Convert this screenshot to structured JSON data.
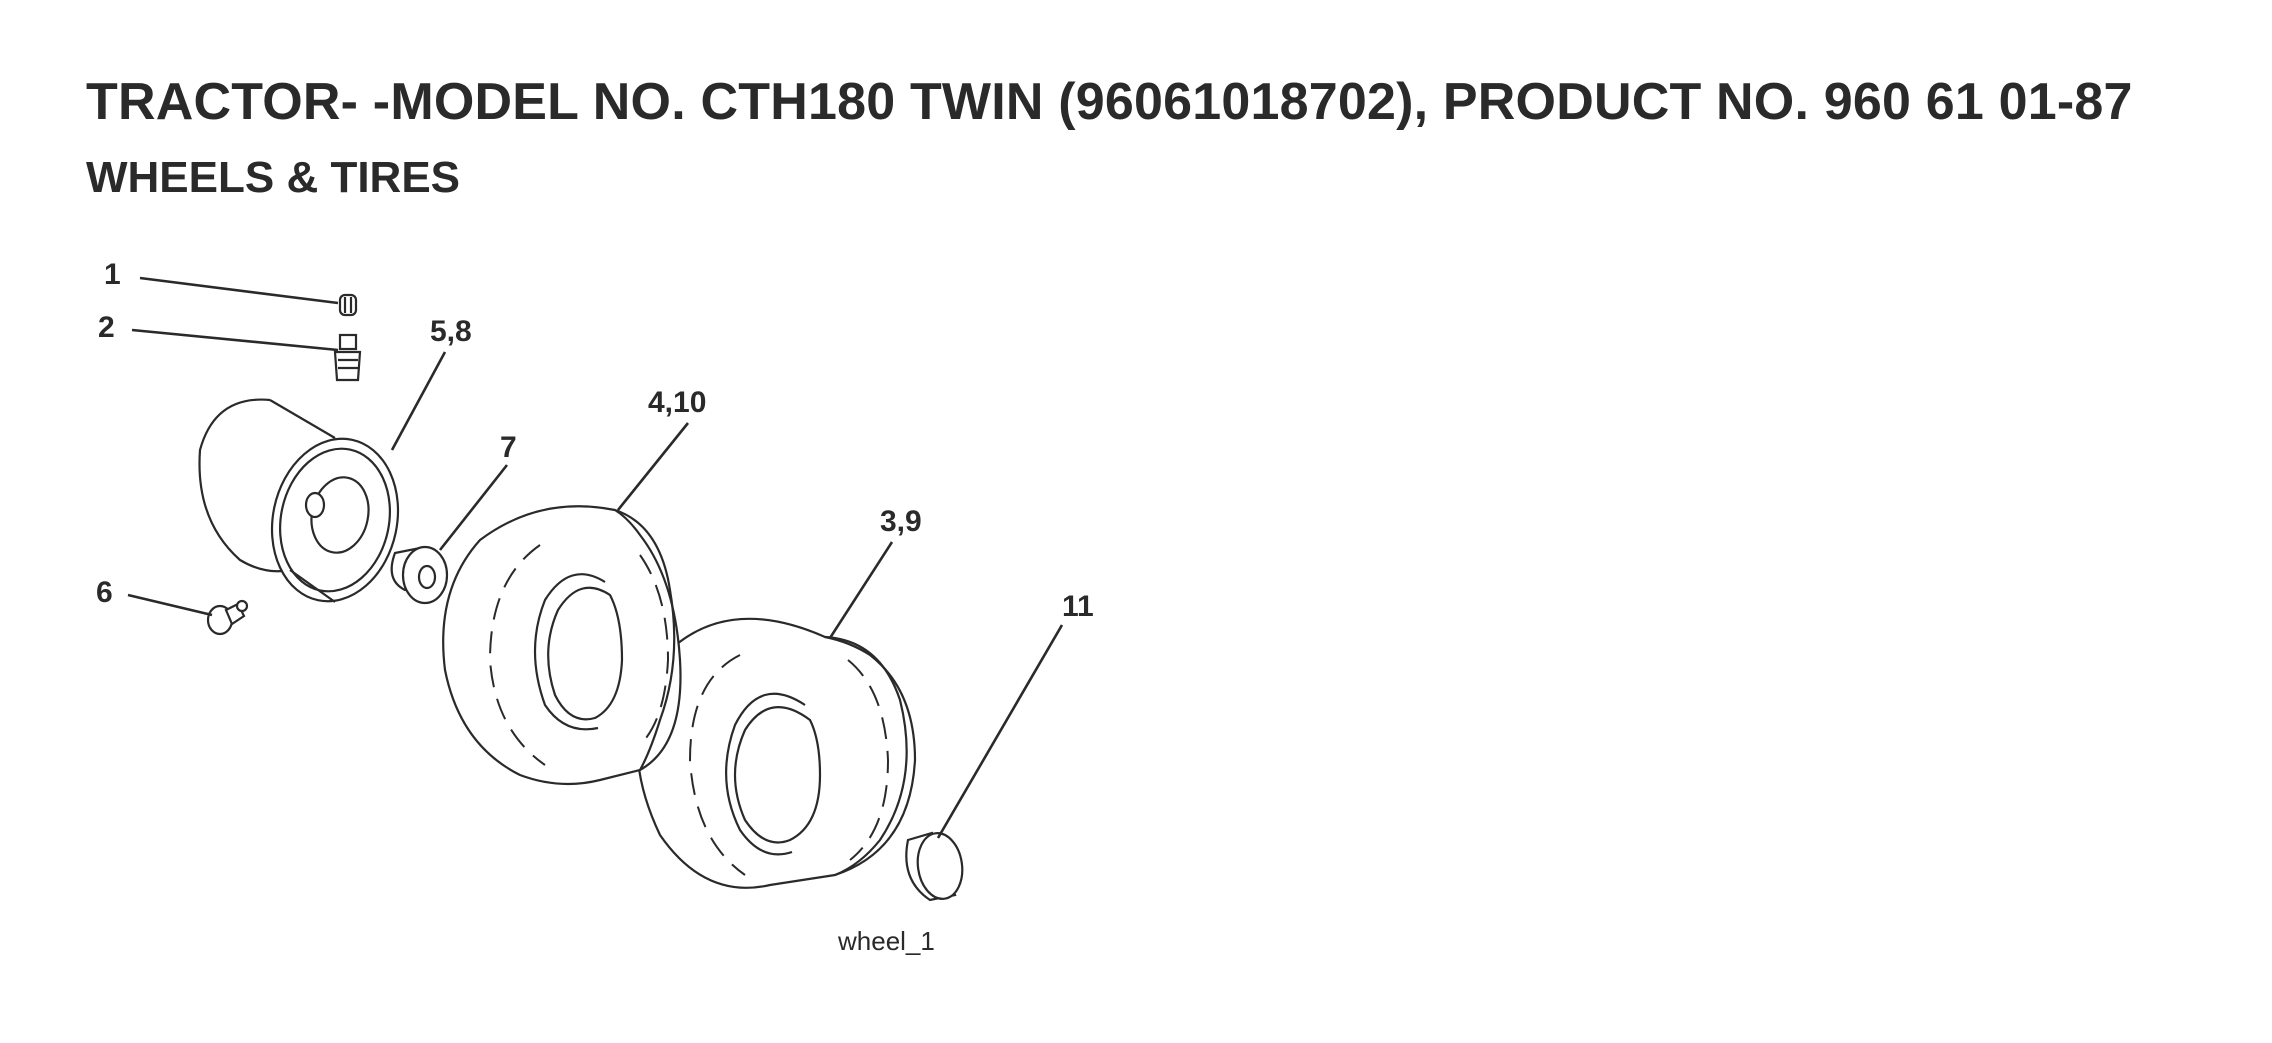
{
  "header": {
    "title": "TRACTOR- -MODEL NO. CTH180 TWIN (96061018702), PRODUCT NO. 960 61 01-87",
    "subtitle": "WHEELS & TIRES"
  },
  "diagram": {
    "figure_id": "wheel_1",
    "callouts": [
      {
        "label": "1",
        "part": "valve-cap"
      },
      {
        "label": "2",
        "part": "valve-stem"
      },
      {
        "label": "5,8",
        "part": "rim"
      },
      {
        "label": "7",
        "part": "bushing"
      },
      {
        "label": "4,10",
        "part": "front-tire"
      },
      {
        "label": "3,9",
        "part": "rear-tire"
      },
      {
        "label": "6",
        "part": "grease-fitting"
      },
      {
        "label": "11",
        "part": "hub-cap"
      }
    ]
  }
}
